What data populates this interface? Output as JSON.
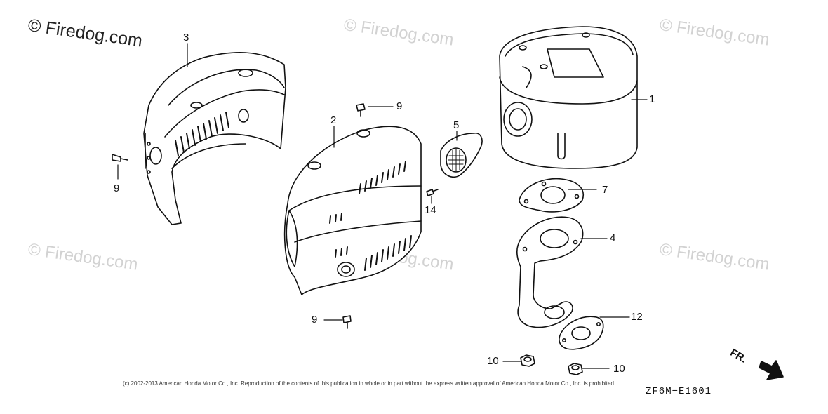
{
  "watermark": {
    "main": "© Firedog.com",
    "faint": "© Firedog.com"
  },
  "callouts": {
    "p1": "1",
    "p2": "2",
    "p3": "3",
    "p4": "4",
    "p5": "5",
    "p7": "7",
    "p9a": "9",
    "p9b": "9",
    "p9c": "9",
    "p10a": "10",
    "p10b": "10",
    "p12": "12",
    "p14": "14"
  },
  "footer": {
    "copyright": "(c) 2002-2013 American Honda Motor Co., Inc. Reproduction of the contents of this publication in whole or in part without the express written approval of American Honda Motor Co., Inc. is prohibited.",
    "diagram_code": "ZF6M−E1601",
    "front_indicator": "FR."
  },
  "colors": {
    "line": "#111111",
    "watermark": "#d2d2d2"
  }
}
